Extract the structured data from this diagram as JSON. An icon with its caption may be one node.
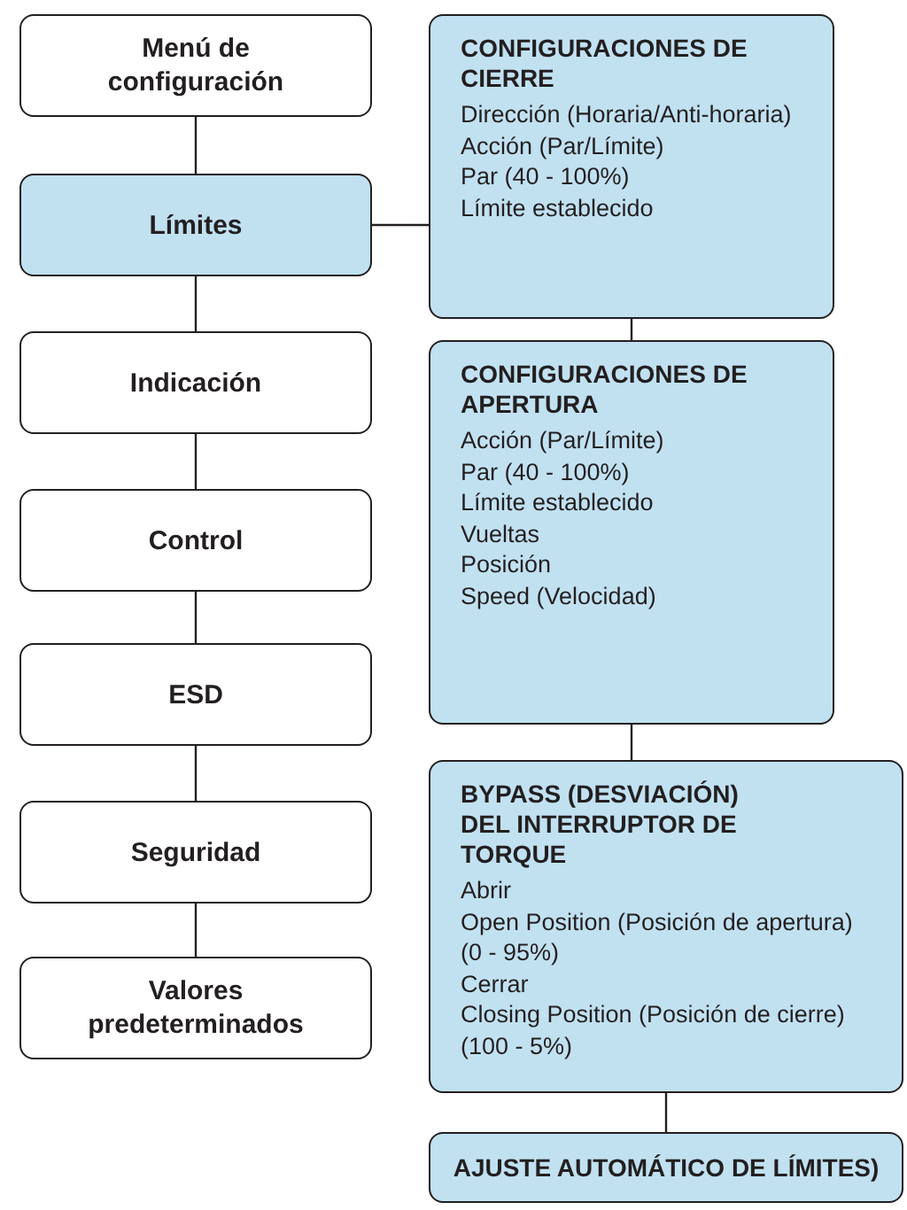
{
  "diagram": {
    "nodes": [
      {
        "text": [
          "Menú de configuración"
        ]
      },
      {
        "text": [
          "Límites"
        ]
      },
      {
        "text": [
          "Indicación"
        ]
      },
      {
        "text": [
          "Control"
        ]
      },
      {
        "text": [
          "ESD"
        ]
      },
      {
        "text": [
          "Seguridad"
        ]
      },
      {
        "text": [
          "Valores predeterminados"
        ]
      },
      {
        "text": [
          "CONFIGURACIONES DE CIERRE",
          "Dirección (Horaria/Anti-horaria)",
          "Acción (Par/Límite)",
          "Par (40 - 100%)",
          "Límite establecido"
        ]
      },
      {
        "text": [
          "CONFIGURACIONES DE APERTURA",
          "Acción (Par/Límite)",
          "Par (40 - 100%)",
          "Límite establecido",
          "Vueltas",
          "Posición",
          "Speed (Velocidad)"
        ]
      },
      {
        "text": [
          "BYPASS (DESVIACIÓN) DEL INTERRUPTOR DE TORQUE",
          "Abrir",
          "Open Position (Posición de apertura) (0 -  95%)",
          "Cerrar",
          "Closing Position (Posición de cierre) (100 -  5%)"
        ]
      },
      {
        "text": [
          "AJUSTE AUTOMÁTICO DE LÍMITES)"
        ]
      }
    ],
    "edges": [
      {
        "from": 0,
        "to": 1,
        "arrow": "none"
      },
      {
        "from": 1,
        "to": 2,
        "arrow": "none"
      },
      {
        "from": 2,
        "to": 3,
        "arrow": "none"
      },
      {
        "from": 3,
        "to": 4,
        "arrow": "none"
      },
      {
        "from": 4,
        "to": 5,
        "arrow": "none"
      },
      {
        "from": 5,
        "to": 6,
        "arrow": "none"
      },
      {
        "from": 1,
        "to": 7,
        "arrow": "none"
      },
      {
        "from": 7,
        "to": 8,
        "arrow": "none"
      },
      {
        "from": 8,
        "to": 9,
        "arrow": "none"
      },
      {
        "from": 9,
        "to": 10,
        "arrow": "none"
      }
    ]
  }
}
